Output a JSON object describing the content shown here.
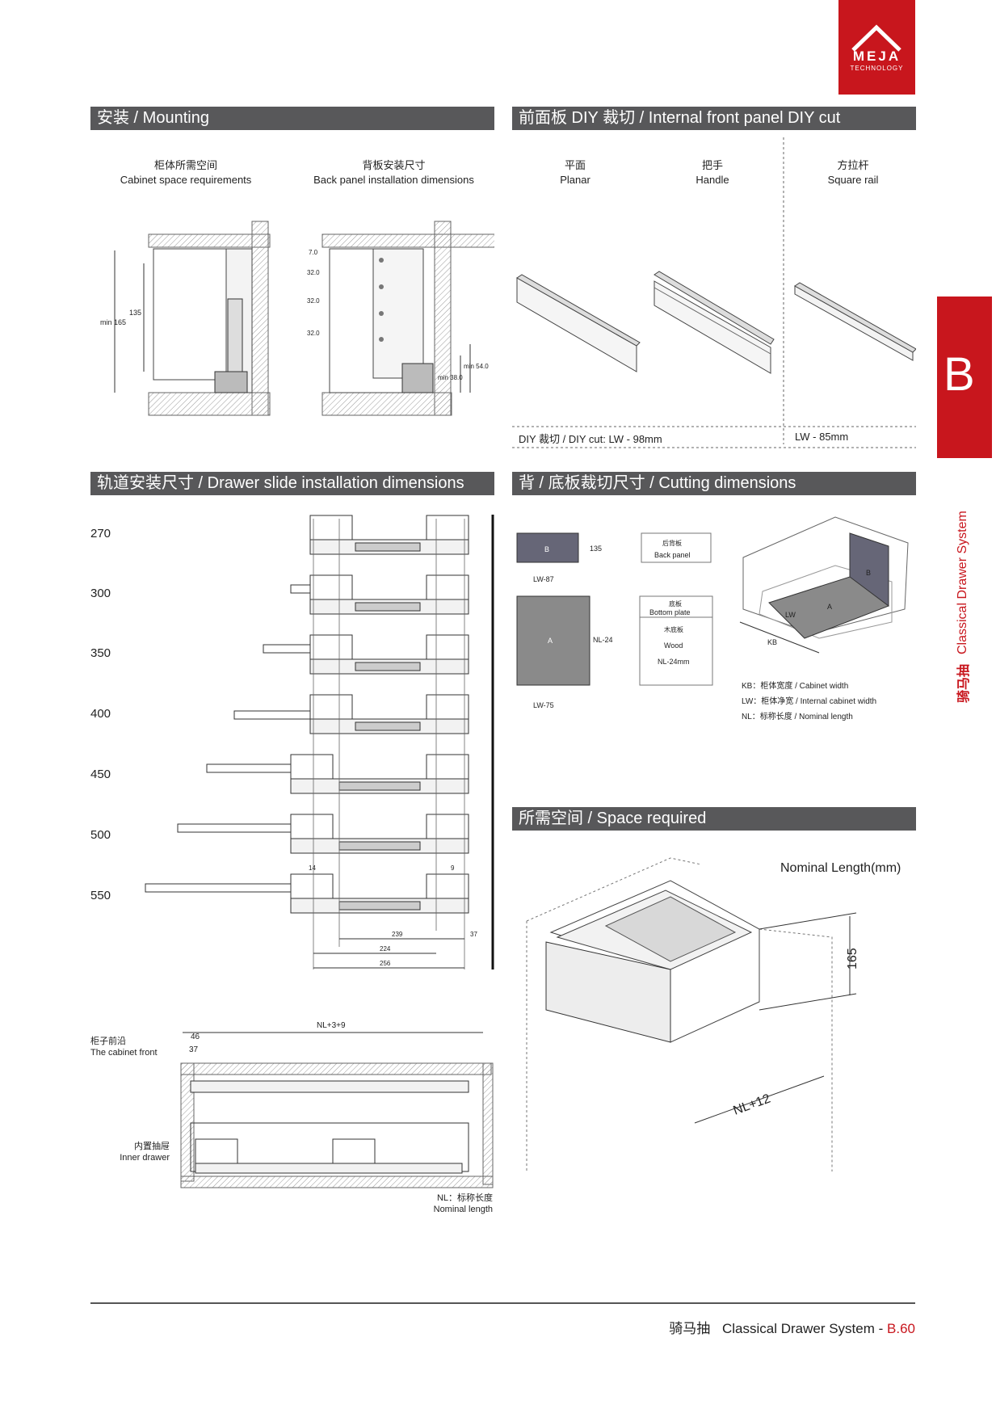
{
  "brand": {
    "name": "MEJA",
    "sub": "TECHNOLOGY",
    "color": "#c8161d"
  },
  "side_tab": {
    "letter": "B",
    "title_cn": "骑马抽",
    "title_en": "Classical Drawer System"
  },
  "mounting": {
    "header": "安装 / Mounting",
    "cap1_cn": "柜体所需空间",
    "cap1_en": "Cabinet space requirements",
    "cap2_cn": "背板安装尺寸",
    "cap2_en": "Back panel installation dimensions",
    "d_min165": "min 165",
    "d_135": "135",
    "d_7": "7.0",
    "d_32a": "32.0",
    "d_32b": "32.0",
    "d_32c": "32.0",
    "d_min54": "min 54.0",
    "d_min38": "min 38.0"
  },
  "diy": {
    "header": "前面板 DIY 裁切 / Internal front panel DIY cut",
    "c1_cn": "平面",
    "c1_en": "Planar",
    "c2_cn": "把手",
    "c2_en": "Handle",
    "c3_cn": "方拉杆",
    "c3_en": "Square rail",
    "note1": "DIY 裁切 / DIY cut: LW - 98mm",
    "note2": "LW - 85mm"
  },
  "slide": {
    "header": "轨道安装尺寸 / Drawer slide installation dimensions",
    "lengths": [
      "270",
      "300",
      "350",
      "400",
      "450",
      "500",
      "550"
    ],
    "d_14": "14",
    "d_9": "9",
    "d_239": "239",
    "d_37": "37",
    "d_224": "224",
    "d_256": "256"
  },
  "cutting": {
    "header": "背 / 底板裁切尺寸 / Cutting dimensions",
    "b": "B",
    "d135": "135",
    "lw87": "LW-87",
    "back_cn": "后背板",
    "back_en": "Back panel",
    "a": "A",
    "nl24": "NL-24",
    "lw75": "LW-75",
    "bottom_cn": "底板",
    "bottom_en": "Bottom plate",
    "wood_cn": "木底板",
    "wood_en": "Wood",
    "wood_nl": "NL-24mm",
    "iso_b": "B",
    "iso_a": "A",
    "iso_lw": "LW",
    "iso_kb": "KB",
    "leg1": "KB：柜体宽度 / Cabinet width",
    "leg2": "LW：柜体净宽 / Internal cabinet width",
    "leg3": "NL：标称长度 / Nominal length"
  },
  "space": {
    "header": "所需空间 / Space required",
    "nominal": "Nominal Length(mm)",
    "d165": "165",
    "dnl": "NL+12"
  },
  "side_view": {
    "nl39": "NL+3+9",
    "d46": "46",
    "d37": "37",
    "front_cn": "柜子前沿",
    "front_en": "The cabinet front",
    "inner_cn": "内置抽屉",
    "inner_en": "Inner drawer",
    "nl_cn": "NL：标称长度",
    "nl_en": "Nominal length"
  },
  "footer": {
    "cn": "骑马抽",
    "en": "Classical Drawer System - ",
    "page": "B.60"
  }
}
